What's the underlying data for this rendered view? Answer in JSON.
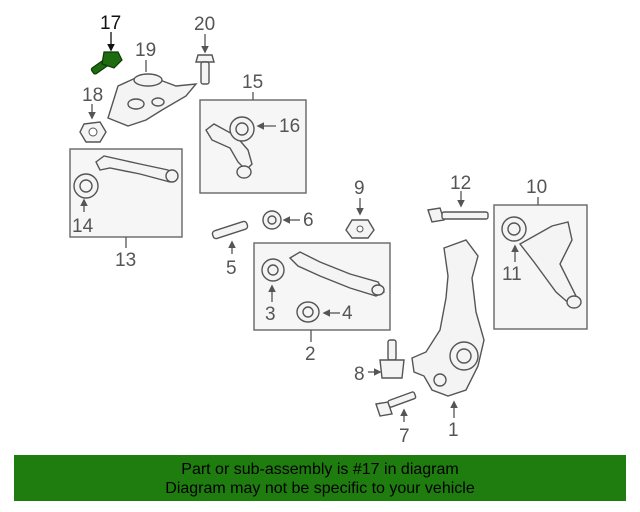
{
  "callouts": {
    "n1": "1",
    "n2": "2",
    "n3": "3",
    "n4": "4",
    "n5": "5",
    "n6": "6",
    "n7": "7",
    "n8": "8",
    "n9": "9",
    "n10": "10",
    "n11": "11",
    "n12": "12",
    "n13": "13",
    "n14": "14",
    "n15": "15",
    "n16": "16",
    "n17": "17",
    "n18": "18",
    "n19": "19",
    "n20": "20"
  },
  "highlight_color": "#1e6b10",
  "banner": {
    "line1": "Part or sub-assembly is #17 in diagram",
    "line2": "Diagram may not be specific to your vehicle",
    "background": "#1e7d0e"
  }
}
